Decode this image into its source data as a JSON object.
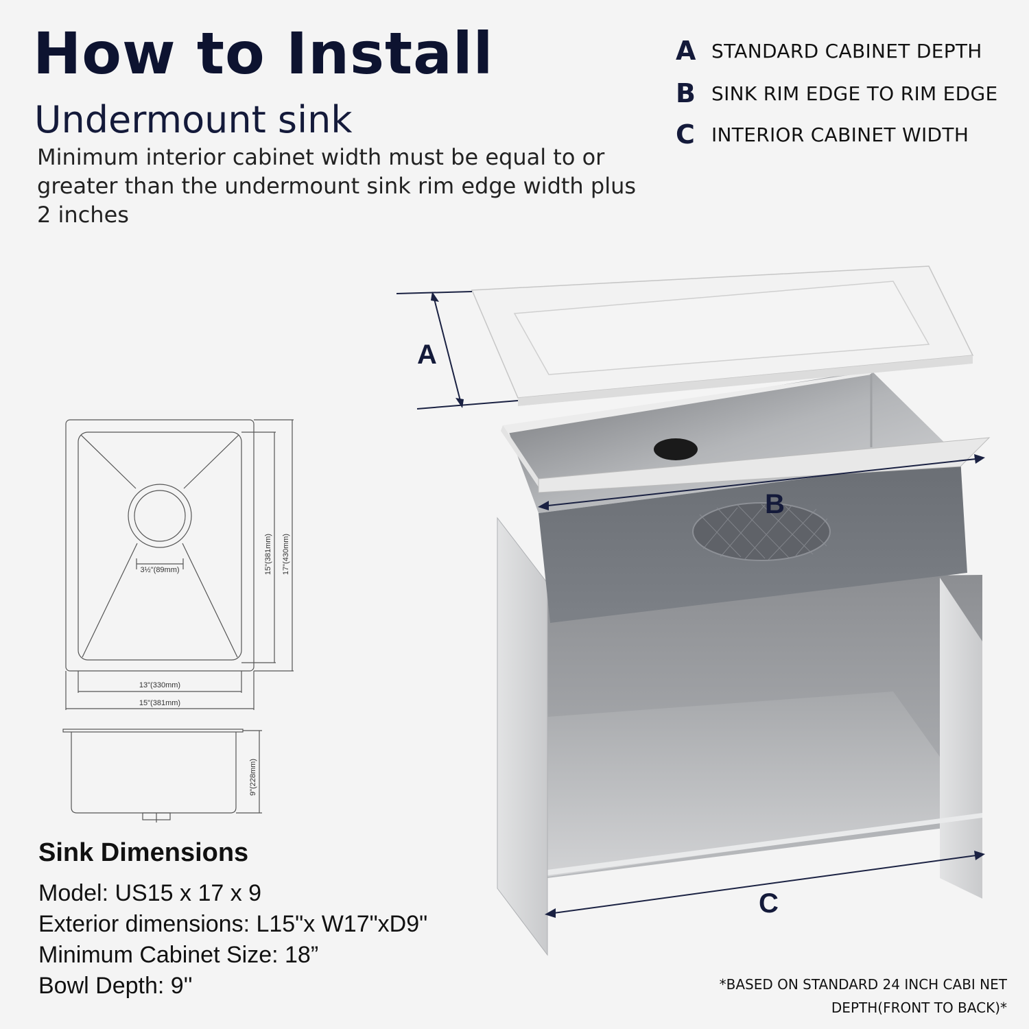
{
  "header": {
    "title": "How to Install",
    "subtitle": "Undermount sink",
    "description": "Minimum interior cabinet width must be equal to or greater than the undermount sink rim edge width plus 2 inches"
  },
  "legend": [
    {
      "letter": "A",
      "text": "STANDARD CABINET DEPTH"
    },
    {
      "letter": "B",
      "text": "SINK RIM EDGE TO RIM EDGE"
    },
    {
      "letter": "C",
      "text": "INTERIOR CABINET WIDTH"
    }
  ],
  "drawing": {
    "drain_label": "3½\"(89mm)",
    "inner_width_label": "13\"(330mm)",
    "outer_width_label": "15\"(381mm)",
    "inner_length_label": "15\"(381mm)",
    "outer_length_label": "17\"(430mm)",
    "depth_label": "9\"(228mm)"
  },
  "diagram": {
    "label_a": "A",
    "label_b": "B",
    "label_c": "C"
  },
  "dimensions": {
    "heading": "Sink Dimensions",
    "model": "Model: US15 x 17 x 9",
    "exterior": "Exterior dimensions: L15\"x W17\"xD9\"",
    "min_cabinet": "Minimum Cabinet Size: 18”",
    "bowl_depth": "Bowl Depth: 9''"
  },
  "footnote": {
    "line1": "*BASED ON STANDARD 24 INCH CABI  NET",
    "line2": "DEPTH(FRONT TO BACK)*"
  },
  "colors": {
    "title": "#0d1330",
    "steel_light": "#d9d9d9",
    "steel_dark": "#6f7379",
    "background": "#f4f4f4"
  }
}
